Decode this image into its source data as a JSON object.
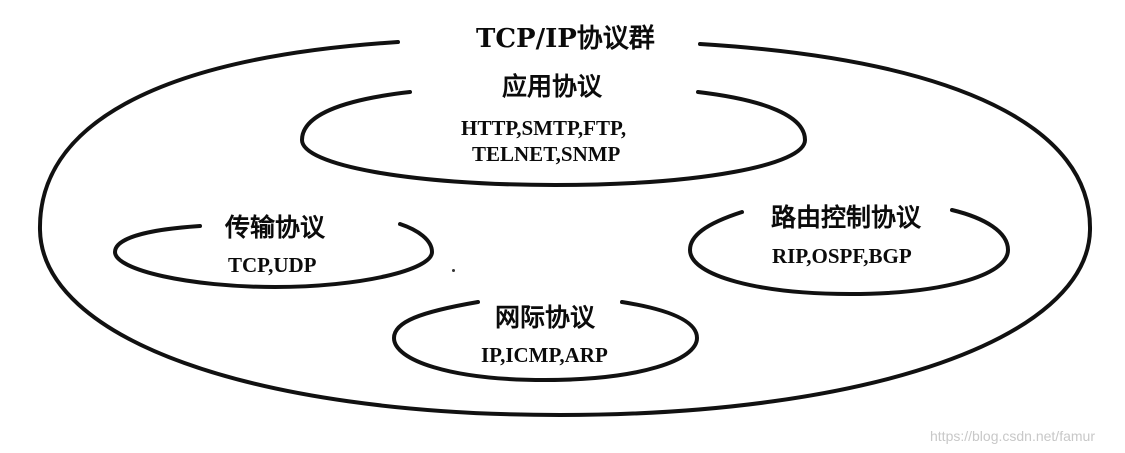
{
  "diagram": {
    "title": "TCP/IP协议群",
    "groups": {
      "application": {
        "name": "应用协议",
        "protocols_line1": "HTTP,SMTP,FTP,",
        "protocols_line2": "TELNET,SNMP"
      },
      "transport": {
        "name": "传输协议",
        "protocols": "TCP,UDP"
      },
      "routing": {
        "name": "路由控制协议",
        "protocols": "RIP,OSPF,BGP"
      },
      "internet": {
        "name": "网际协议",
        "protocols": "IP,ICMP,ARP"
      }
    },
    "stroke_color": "#111111"
  },
  "watermark": "https://blog.csdn.net/famur"
}
